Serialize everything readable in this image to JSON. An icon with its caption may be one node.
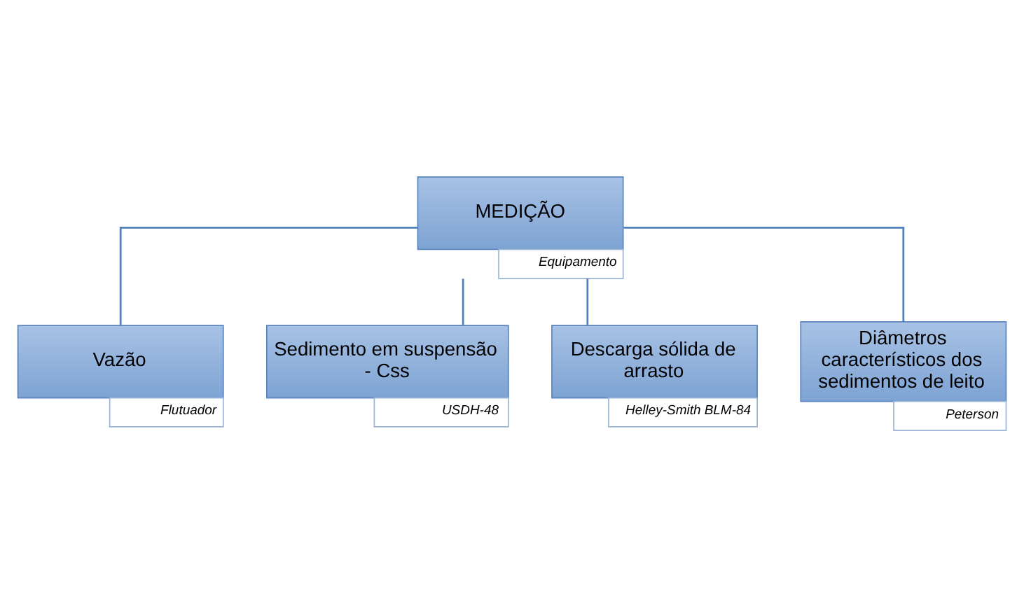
{
  "diagram": {
    "nodes": [
      {
        "text": [
          "MEDIÇÃO",
          "Equipamento"
        ]
      },
      {
        "text": [
          "Vazão",
          "Flutuador"
        ]
      },
      {
        "text": [
          "Sedimento em suspensão - Css",
          "USDH-48"
        ]
      },
      {
        "text": [
          "Descarga sólida de arrasto",
          "Helley-Smith BLM-84"
        ]
      },
      {
        "text": [
          "Diâmetros característicos dos sedimentos de leito",
          "Peterson"
        ]
      }
    ],
    "edges": [
      {
        "from": 0,
        "to": 1,
        "arrow": "none"
      },
      {
        "from": 0,
        "to": 2,
        "arrow": "none"
      },
      {
        "from": 0,
        "to": 3,
        "arrow": "none"
      },
      {
        "from": 0,
        "to": 4,
        "arrow": "none"
      }
    ]
  }
}
